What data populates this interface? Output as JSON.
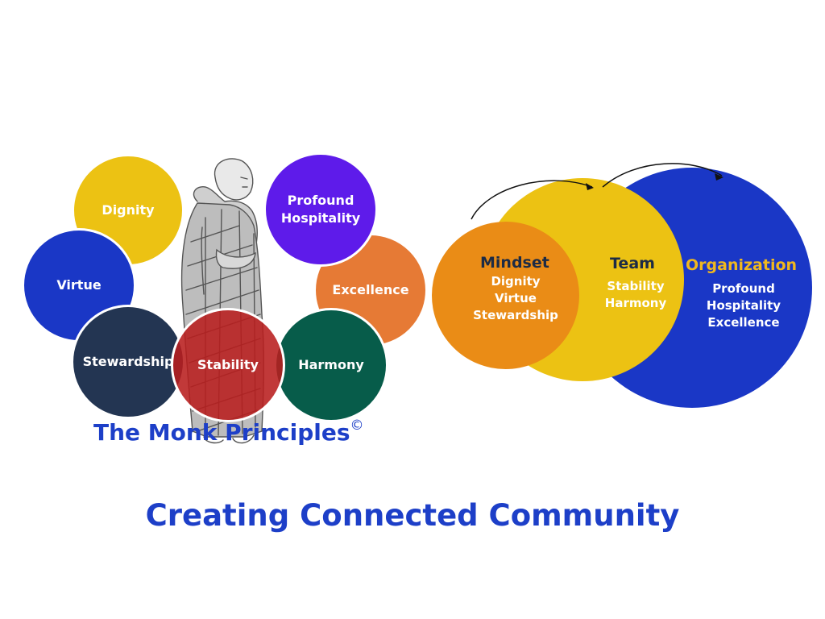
{
  "principles": {
    "dignity": "Dignity",
    "profound_hospitality": [
      "Profound",
      "Hospitality"
    ],
    "virtue": "Virtue",
    "excellence": "Excellence",
    "stewardship": "Stewardship",
    "stability": "Stability",
    "harmony": "Harmony"
  },
  "colors": {
    "dignity": "#ecc213",
    "profound_hospitality": "#5e1bea",
    "virtue": "#1a37c6",
    "excellence": "#e67a35",
    "stewardship": "#233552",
    "stability": "#b81e1e",
    "harmony": "#075c4a",
    "brand_blue": "#1d3fc8",
    "mindset_orange": "#ea8c16",
    "team_yellow": "#ecc213",
    "org_blue": "#1a37c6",
    "org_title": "#f0b81e",
    "dark_title": "#1c2b45"
  },
  "brand": {
    "name": "The Monk Principles",
    "mark": "©"
  },
  "venn": {
    "mindset": {
      "title": "Mindset",
      "items": [
        "Dignity",
        "Virtue",
        "Stewardship"
      ]
    },
    "team": {
      "title": "Team",
      "items": [
        "Stability",
        "Harmony"
      ]
    },
    "organization": {
      "title": "Organization",
      "items": [
        "Profound",
        "Hospitality",
        "Excellence"
      ]
    }
  },
  "tagline": "Creating Connected Community",
  "icons": [
    "monk-figure-icon",
    "curved-arrow-icon"
  ]
}
